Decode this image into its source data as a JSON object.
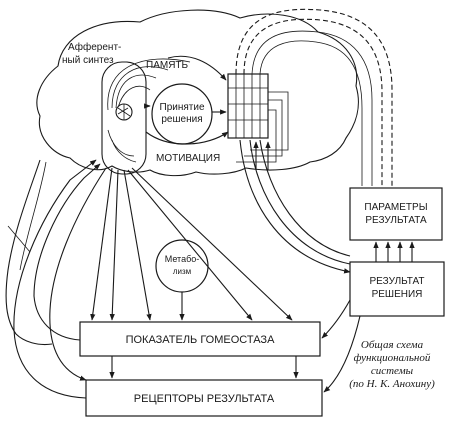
{
  "labels": {
    "afferent_line1": "Афферент-",
    "afferent_line2": "ный синтез",
    "memory": "ПАМЯТЬ",
    "decision_line1": "Принятие",
    "decision_line2": "решения",
    "motivation": "МОТИВАЦИЯ",
    "metabolism_line1": "Метабо-",
    "metabolism_line2": "лизм",
    "params_line1": "ПАРАМЕТРЫ",
    "params_line2": "РЕЗУЛЬТАТА",
    "result_line1": "РЕЗУЛЬТАТ",
    "result_line2": "РЕШЕНИЯ",
    "homeostasis": "ПОКАЗАТЕЛЬ ГОМЕОСТАЗА",
    "receptors": "РЕЦЕПТОРЫ РЕЗУЛЬТАТА"
  },
  "caption": {
    "line1": "Общая схема",
    "line2": "функциональной",
    "line3": "системы",
    "line4": "(по Н. К. Анохину)"
  }
}
